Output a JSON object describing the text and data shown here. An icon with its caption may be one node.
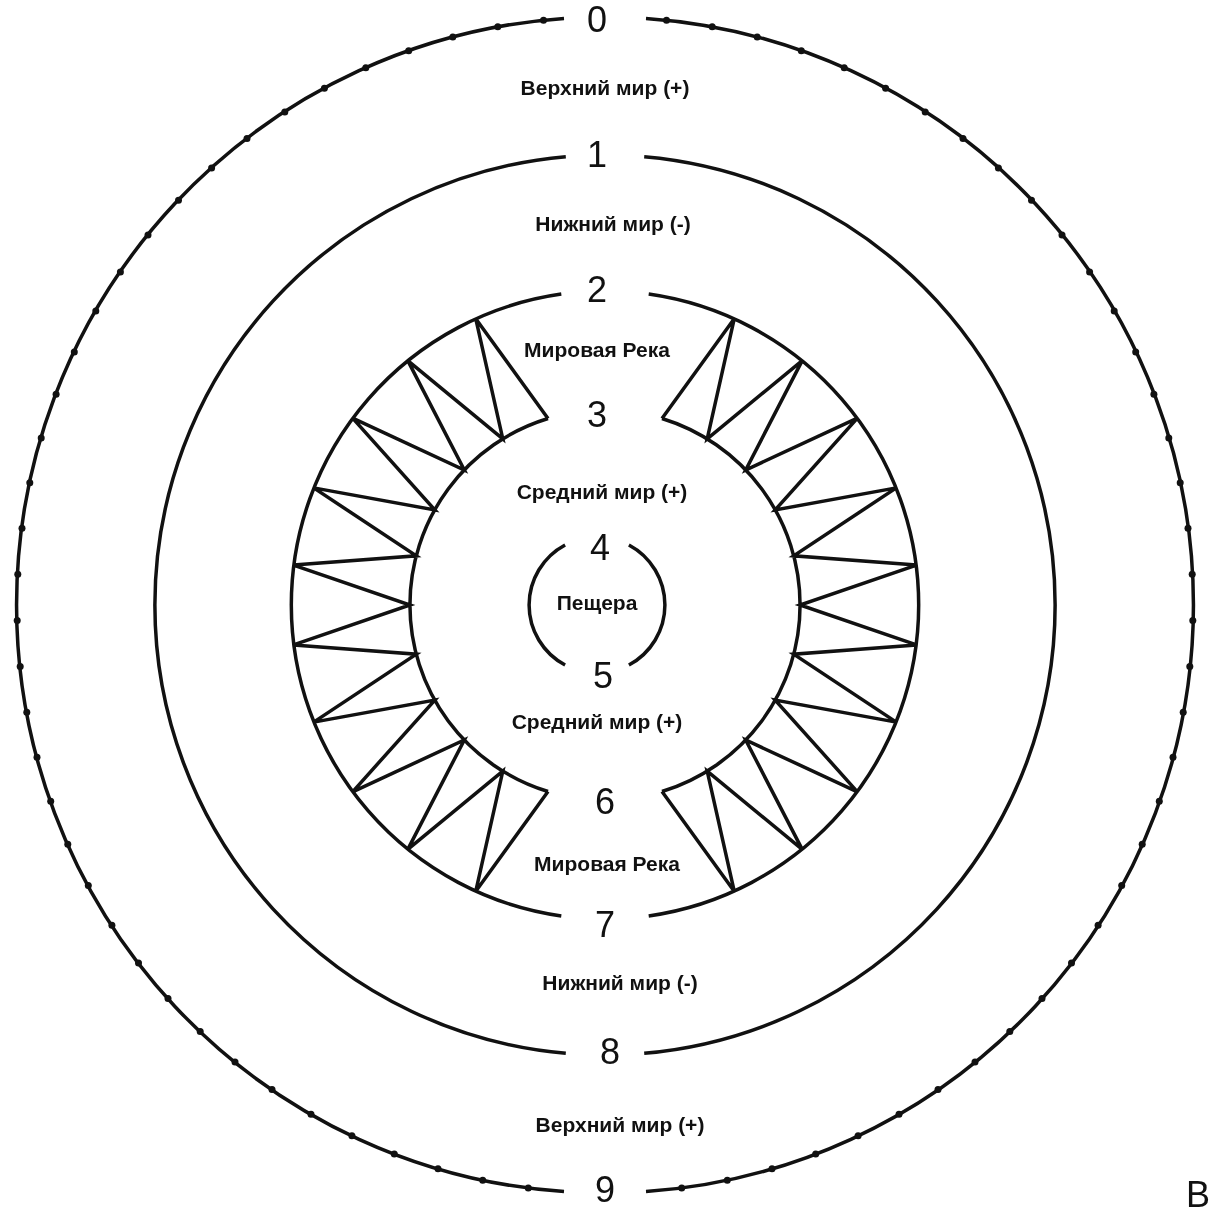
{
  "diagram": {
    "labels": [
      "0",
      "Верхний мир (+)",
      "1",
      "Нижний мир (-)",
      "2",
      "Мировая Река",
      "3",
      "Средний мир (+)",
      "4",
      "Пещера",
      "5",
      "Средний мир (+)",
      "6",
      "Мировая Река",
      "7",
      "Нижний мир (-)",
      "8",
      "Верхний мир (+)",
      "9",
      "B"
    ]
  }
}
